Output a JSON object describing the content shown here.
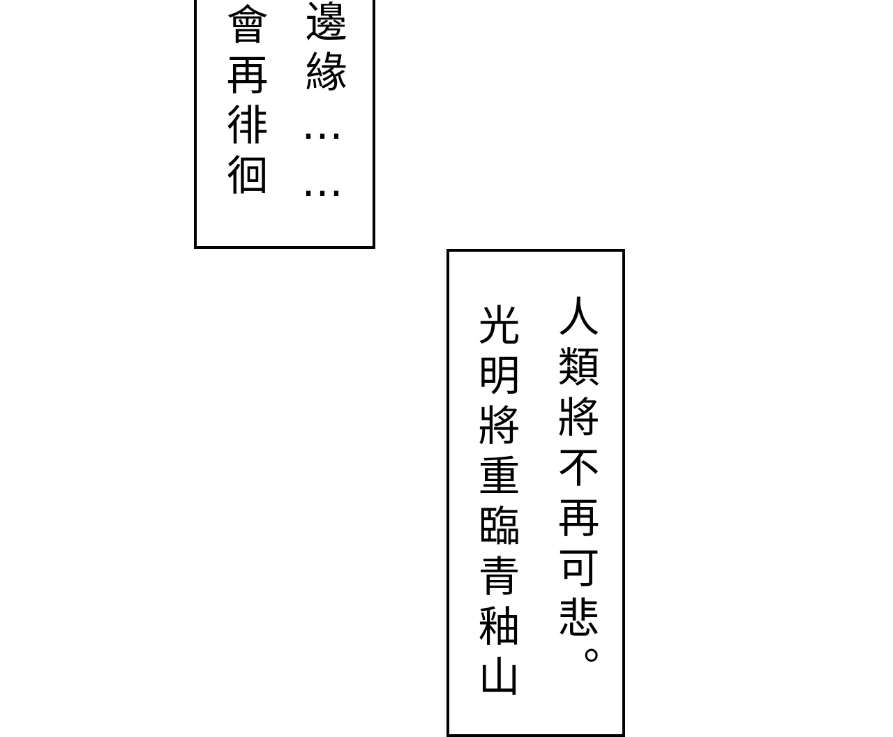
{
  "captions": {
    "top": {
      "right_line": "邊緣……",
      "left_line": "會再徘徊"
    },
    "bottom": {
      "right_line": "人類將不再可悲。",
      "left_line": "光明將重臨青釉山"
    }
  }
}
